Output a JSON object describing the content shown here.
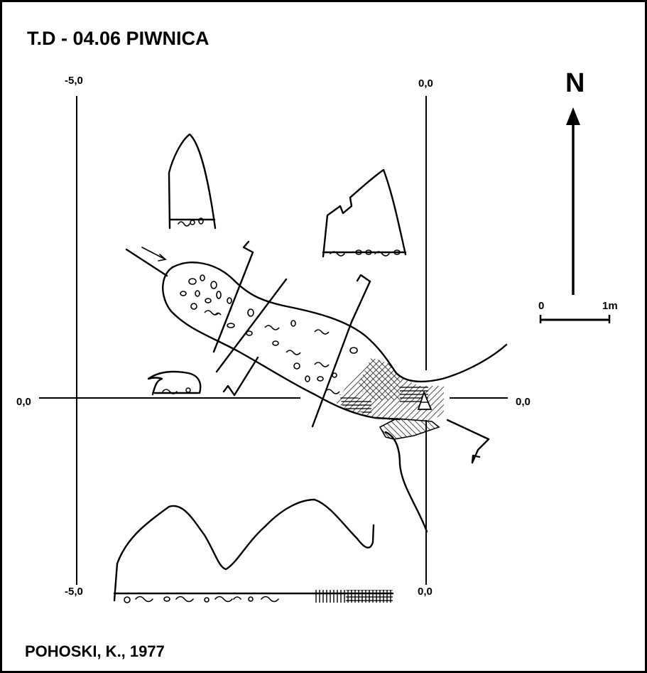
{
  "title": "T.D - 04.06  PIWNICA",
  "author": "POHOSKI, K., 1977",
  "north": {
    "label": "N",
    "icon": "north-arrow-icon"
  },
  "scale": {
    "start": "0",
    "end": "1m"
  },
  "coordinates": {
    "top_left": "-5,0",
    "top_right": "0,0",
    "left_axis": "0,0",
    "right_axis": "0,0",
    "bottom_left": "-5,0",
    "bottom_right": "0,0"
  },
  "colors": {
    "ink": "#000000",
    "paper": "#ffffff"
  }
}
